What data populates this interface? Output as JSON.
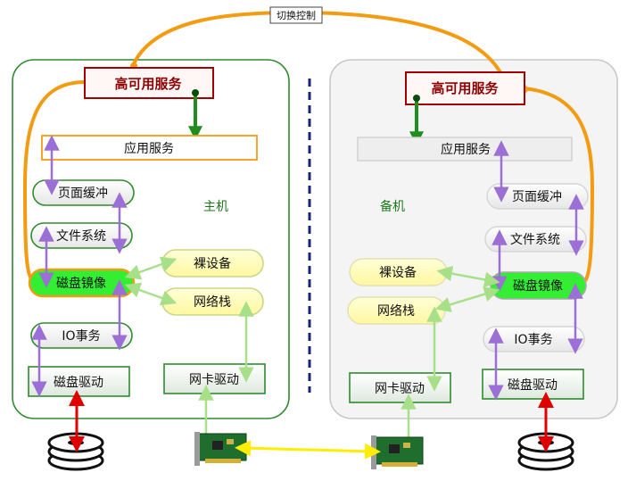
{
  "top_label": "切换控制",
  "primary": {
    "host_label": "主机",
    "ha_service": "高可用服务",
    "app_service": "应用服务",
    "page_cache": "页面缓冲",
    "file_system": "文件系统",
    "disk_mirror": "磁盘镜像",
    "io_service": "IO事务",
    "disk_driver": "磁盘驱动",
    "bare_device": "裸设备",
    "net_stack": "网络栈",
    "nic_driver": "网卡驱动"
  },
  "standby": {
    "host_label": "备机",
    "ha_service": "高可用服务",
    "app_service": "应用服务",
    "page_cache": "页面缓冲",
    "file_system": "文件系统",
    "disk_mirror": "磁盘镜像",
    "io_service": "IO事务",
    "disk_driver": "磁盘驱动",
    "bare_device": "裸设备",
    "net_stack": "网络栈",
    "nic_driver": "网卡驱动"
  },
  "colors": {
    "orange": "#f39c12",
    "green_border": "#2e8b2e",
    "purple": "#9b6fd6",
    "light_green": "#a8e08a",
    "dark_red": "#a40000",
    "red": "#e00000",
    "mirror_green": "#33ee33",
    "yellow": "#ffff66",
    "navy": "#1a237e"
  }
}
